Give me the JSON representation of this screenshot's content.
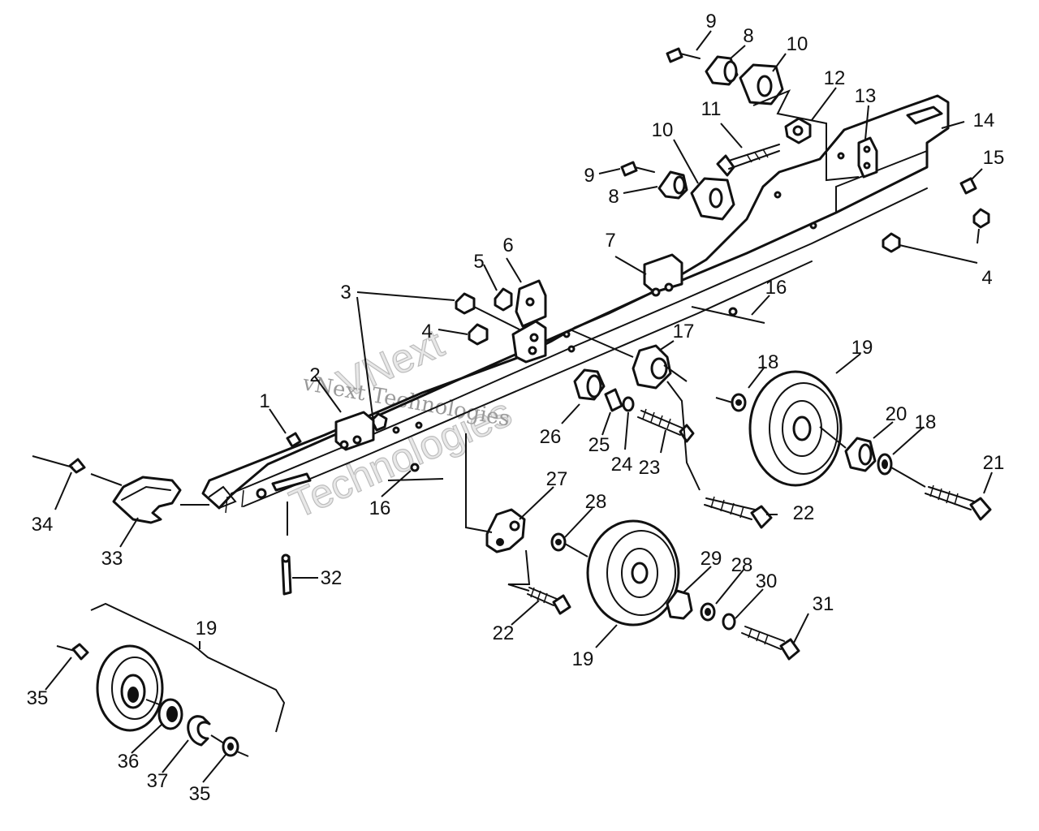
{
  "watermark": {
    "line1": "VNext",
    "line2": "Technologies",
    "small": "vNext Technologies"
  },
  "callouts": [
    {
      "id": "c9a",
      "text": "9"
    },
    {
      "id": "c8a",
      "text": "8"
    },
    {
      "id": "c10a",
      "text": "10"
    },
    {
      "id": "c12",
      "text": "12"
    },
    {
      "id": "c13",
      "text": "13"
    },
    {
      "id": "c14",
      "text": "14"
    },
    {
      "id": "c11",
      "text": "11"
    },
    {
      "id": "c10b",
      "text": "10"
    },
    {
      "id": "c15",
      "text": "15"
    },
    {
      "id": "c9b",
      "text": "9"
    },
    {
      "id": "c8b",
      "text": "8"
    },
    {
      "id": "c4a",
      "text": "4"
    },
    {
      "id": "c6",
      "text": "6"
    },
    {
      "id": "c5",
      "text": "5"
    },
    {
      "id": "c7",
      "text": "7"
    },
    {
      "id": "c3",
      "text": "3"
    },
    {
      "id": "c16a",
      "text": "16"
    },
    {
      "id": "c4b",
      "text": "4"
    },
    {
      "id": "c17",
      "text": "17"
    },
    {
      "id": "c18a",
      "text": "18"
    },
    {
      "id": "c19a",
      "text": "19"
    },
    {
      "id": "c2",
      "text": "2"
    },
    {
      "id": "c1",
      "text": "1"
    },
    {
      "id": "c20",
      "text": "20"
    },
    {
      "id": "c18b",
      "text": "18"
    },
    {
      "id": "c26",
      "text": "26"
    },
    {
      "id": "c25",
      "text": "25"
    },
    {
      "id": "c24",
      "text": "24"
    },
    {
      "id": "c23",
      "text": "23"
    },
    {
      "id": "c21",
      "text": "21"
    },
    {
      "id": "c16b",
      "text": "16"
    },
    {
      "id": "c34",
      "text": "34"
    },
    {
      "id": "c22a",
      "text": "22"
    },
    {
      "id": "c27",
      "text": "27"
    },
    {
      "id": "c28a",
      "text": "28"
    },
    {
      "id": "c33",
      "text": "33"
    },
    {
      "id": "c32",
      "text": "32"
    },
    {
      "id": "c29",
      "text": "29"
    },
    {
      "id": "c28b",
      "text": "28"
    },
    {
      "id": "c30",
      "text": "30"
    },
    {
      "id": "c31",
      "text": "31"
    },
    {
      "id": "c22b",
      "text": "22"
    },
    {
      "id": "c19b",
      "text": "19"
    },
    {
      "id": "c19c",
      "text": "19"
    },
    {
      "id": "c35a",
      "text": "35"
    },
    {
      "id": "c36",
      "text": "36"
    },
    {
      "id": "c37",
      "text": "37"
    },
    {
      "id": "c35b",
      "text": "35"
    }
  ]
}
